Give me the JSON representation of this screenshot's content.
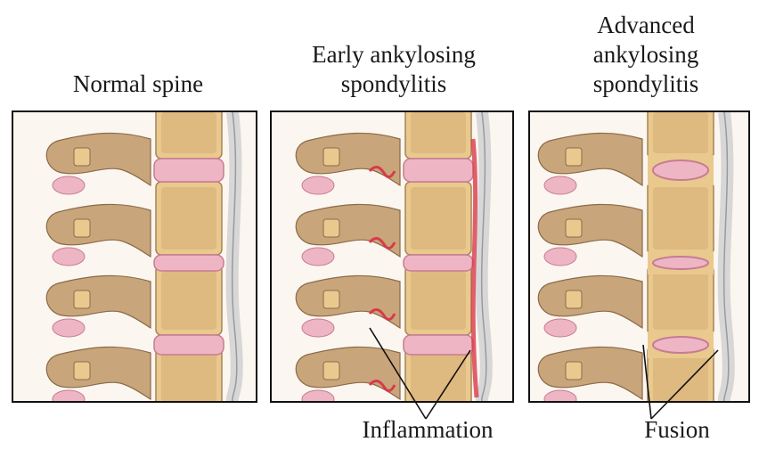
{
  "titles": {
    "normal": [
      "Normal spine"
    ],
    "early": [
      "Early ankylosing",
      "spondylitis"
    ],
    "advanced": [
      "Advanced",
      "ankylosing",
      "spondylitis"
    ]
  },
  "labels": {
    "inflammation": "Inflammation",
    "fusion": "Fusion"
  },
  "colors": {
    "bone_cortex": "#e9c98e",
    "bone_marrow": "#d9b27a",
    "process_bone": "#c9a57c",
    "disc": "#eeb6c5",
    "disc_edge": "#c77c92",
    "ligament": "#d7d7d7",
    "inflammation": "#d93a4a",
    "background": "#fbf6ef"
  }
}
